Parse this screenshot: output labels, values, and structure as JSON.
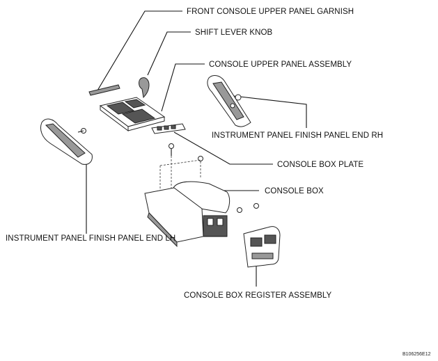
{
  "labels": {
    "front_console_upper_panel_garnish": "FRONT CONSOLE UPPER PANEL GARNISH",
    "shift_lever_knob": "SHIFT LEVER KNOB",
    "console_upper_panel_assembly": "CONSOLE UPPER PANEL ASSEMBLY",
    "instrument_panel_finish_panel_end_rh": "INSTRUMENT PANEL FINISH PANEL END RH",
    "console_box_plate": "CONSOLE BOX PLATE",
    "console_box": "CONSOLE BOX",
    "instrument_panel_finish_panel_end_lh": "INSTRUMENT PANEL FINISH PANEL END LH",
    "console_box_register_assembly": "CONSOLE BOX REGISTER ASSEMBLY"
  },
  "figure_code": "B106256E12"
}
